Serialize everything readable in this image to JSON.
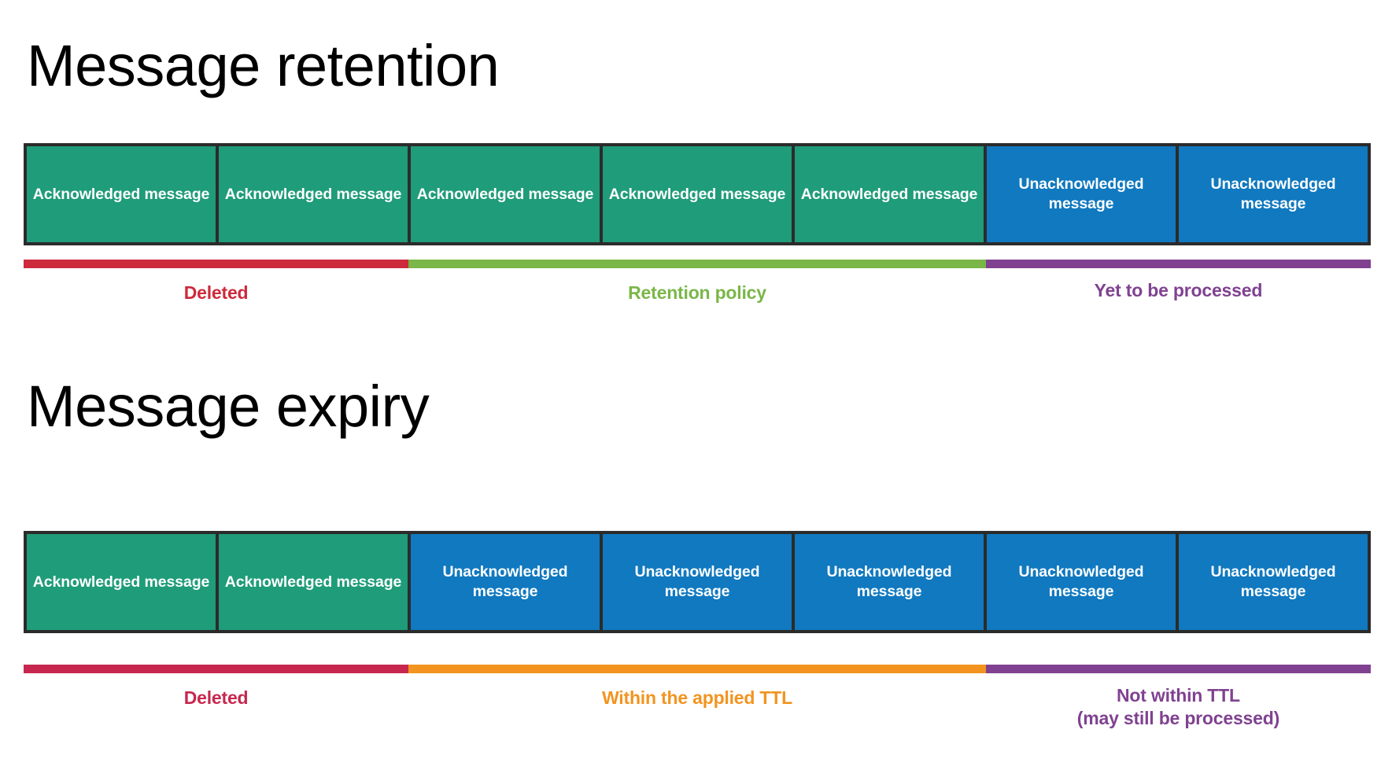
{
  "sections": [
    {
      "id": "retention",
      "title": "Message retention",
      "messages": [
        {
          "label": "Acknowledged\nmessage",
          "state": "acknowledged"
        },
        {
          "label": "Acknowledged\nmessage",
          "state": "acknowledged"
        },
        {
          "label": "Acknowledged\nmessage",
          "state": "acknowledged"
        },
        {
          "label": "Acknowledged\nmessage",
          "state": "acknowledged"
        },
        {
          "label": "Acknowledged\nmessage",
          "state": "acknowledged"
        },
        {
          "label": "Unacknowledged\nmessage",
          "state": "unacknowledged"
        },
        {
          "label": "Unacknowledged\nmessage",
          "state": "unacknowledged"
        }
      ],
      "legend": [
        {
          "label": "Deleted",
          "color": "#cd2a3c",
          "span": 2,
          "lifted": false
        },
        {
          "label": "Retention policy",
          "color": "#7ab648",
          "span": 3,
          "lifted": false
        },
        {
          "label": "Yet to be processed",
          "color": "#804290",
          "span": 2,
          "lifted": true
        }
      ]
    },
    {
      "id": "expiry",
      "title": "Message expiry",
      "messages": [
        {
          "label": "Acknowledged\nmessage",
          "state": "acknowledged"
        },
        {
          "label": "Acknowledged\nmessage",
          "state": "acknowledged"
        },
        {
          "label": "Unacknowledged\nmessage",
          "state": "unacknowledged"
        },
        {
          "label": "Unacknowledged\nmessage",
          "state": "unacknowledged"
        },
        {
          "label": "Unacknowledged\nmessage",
          "state": "unacknowledged"
        },
        {
          "label": "Unacknowledged\nmessage",
          "state": "unacknowledged"
        },
        {
          "label": "Unacknowledged\nmessage",
          "state": "unacknowledged"
        }
      ],
      "legend": [
        {
          "label": "Deleted",
          "color": "#c7274f",
          "span": 2,
          "lifted": false
        },
        {
          "label": "Within the applied TTL",
          "color": "#f2941f",
          "span": 3,
          "lifted": false
        },
        {
          "label": "Not within TTL\n(may still be processed)",
          "color": "#804290",
          "span": 2,
          "lifted": true
        }
      ]
    }
  ],
  "colors": {
    "acknowledged": "#1f9c79",
    "unacknowledged": "#1079bf",
    "box_border": "#2b2b2b",
    "background": "#ffffff",
    "title_text": "#000000",
    "box_text": "#ffffff"
  }
}
